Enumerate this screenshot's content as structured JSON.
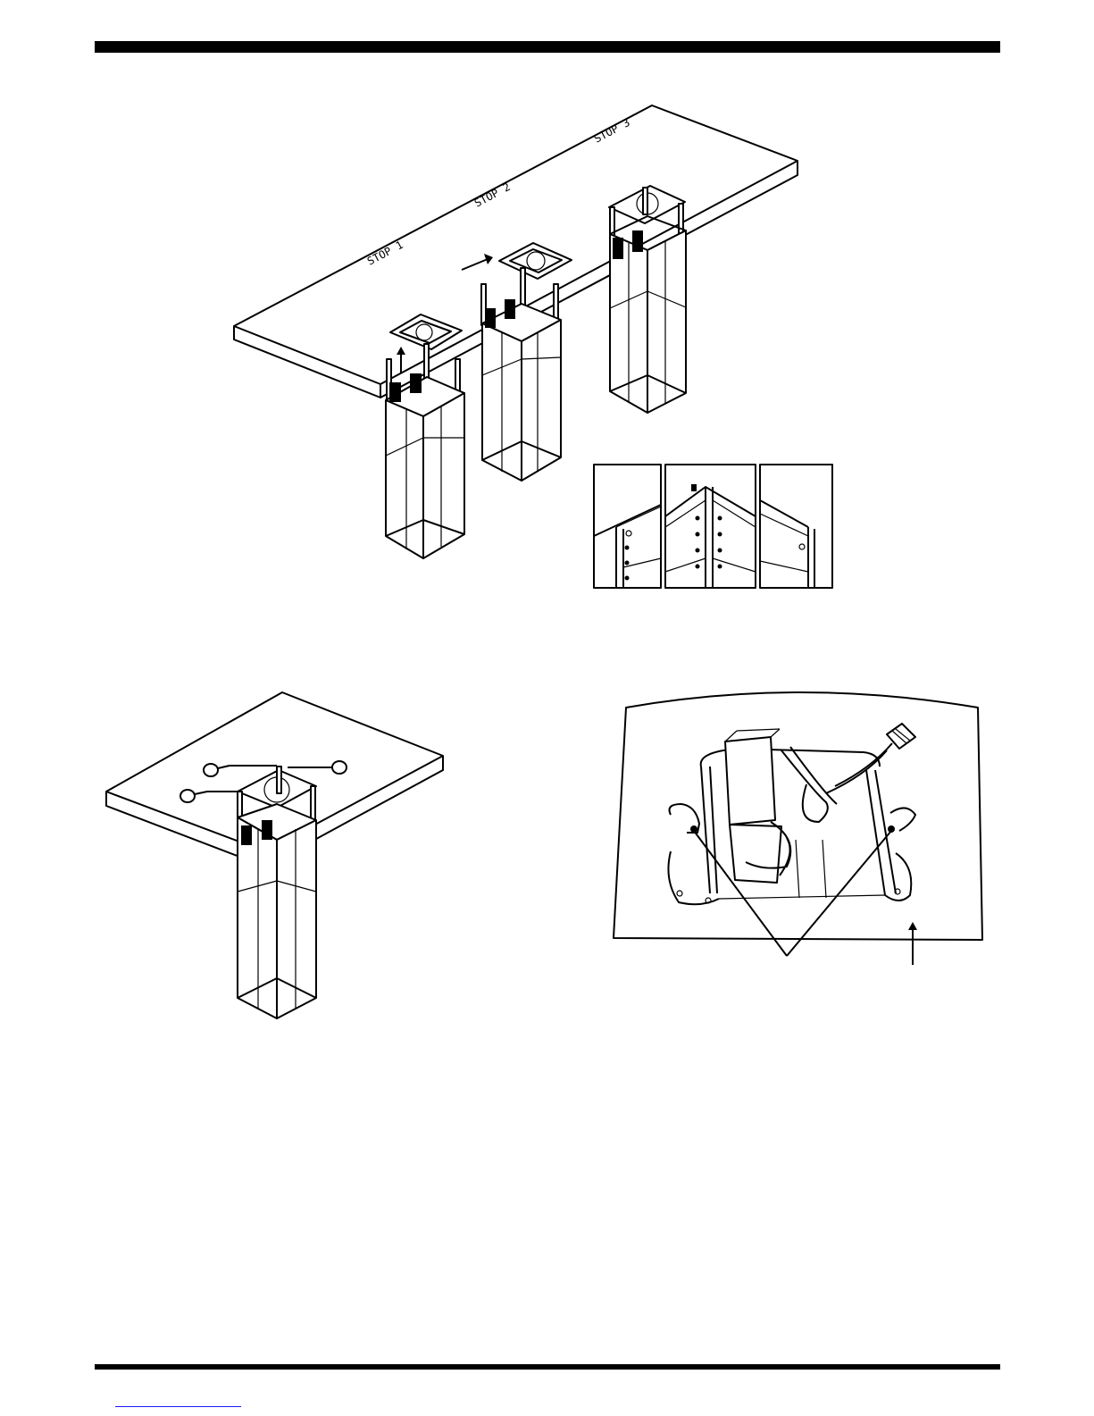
{
  "figure_main": {
    "stop_labels": [
      "STOP 1",
      "STOP 2",
      "STOP 3"
    ]
  },
  "colors": {
    "ink": "#000000",
    "paper": "#ffffff",
    "footer_link": "#1a1aff"
  }
}
